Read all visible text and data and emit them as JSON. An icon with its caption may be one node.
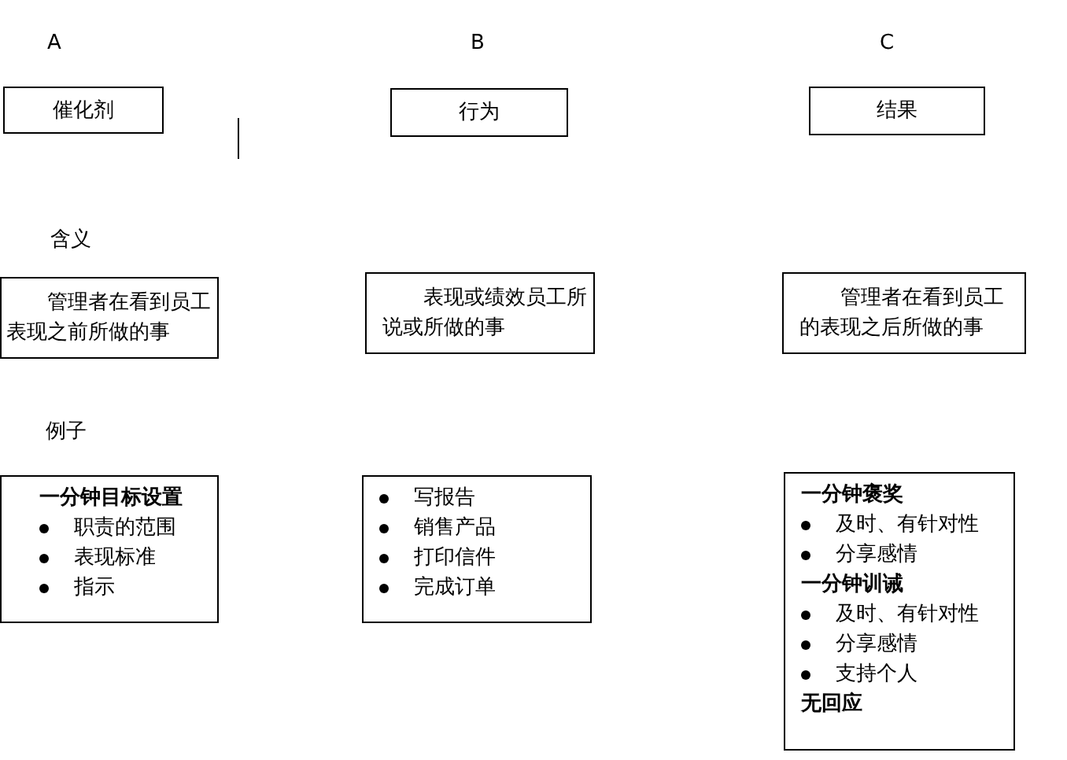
{
  "diagram": {
    "nodes": [
      {
        "text": [
          "催化剂"
        ]
      },
      {
        "text": [
          "行为"
        ]
      },
      {
        "text": [
          "结果"
        ]
      },
      {
        "text": [
          "管理者在看到员工表现之前所做的事"
        ]
      },
      {
        "text": [
          "表现或绩效员工所说或所做的事"
        ]
      },
      {
        "text": [
          "管理者在看到员工的表现之后所做的事"
        ]
      },
      {
        "text": [
          "一分钟目标设置",
          "职责的范围",
          "表现标准",
          "指示"
        ]
      },
      {
        "text": [
          "写报告",
          "销售产品",
          "打印信件",
          "完成订单"
        ]
      },
      {
        "text": [
          "一分钟褒奖",
          "及时、有针对性",
          "分享感情",
          "一分钟训诫",
          "及时、有针对性",
          "分享感情",
          "支持个人",
          "无回应"
        ]
      }
    ],
    "edges": [],
    "labels": [
      "A",
      "B",
      "C",
      "含义",
      "例子"
    ]
  }
}
